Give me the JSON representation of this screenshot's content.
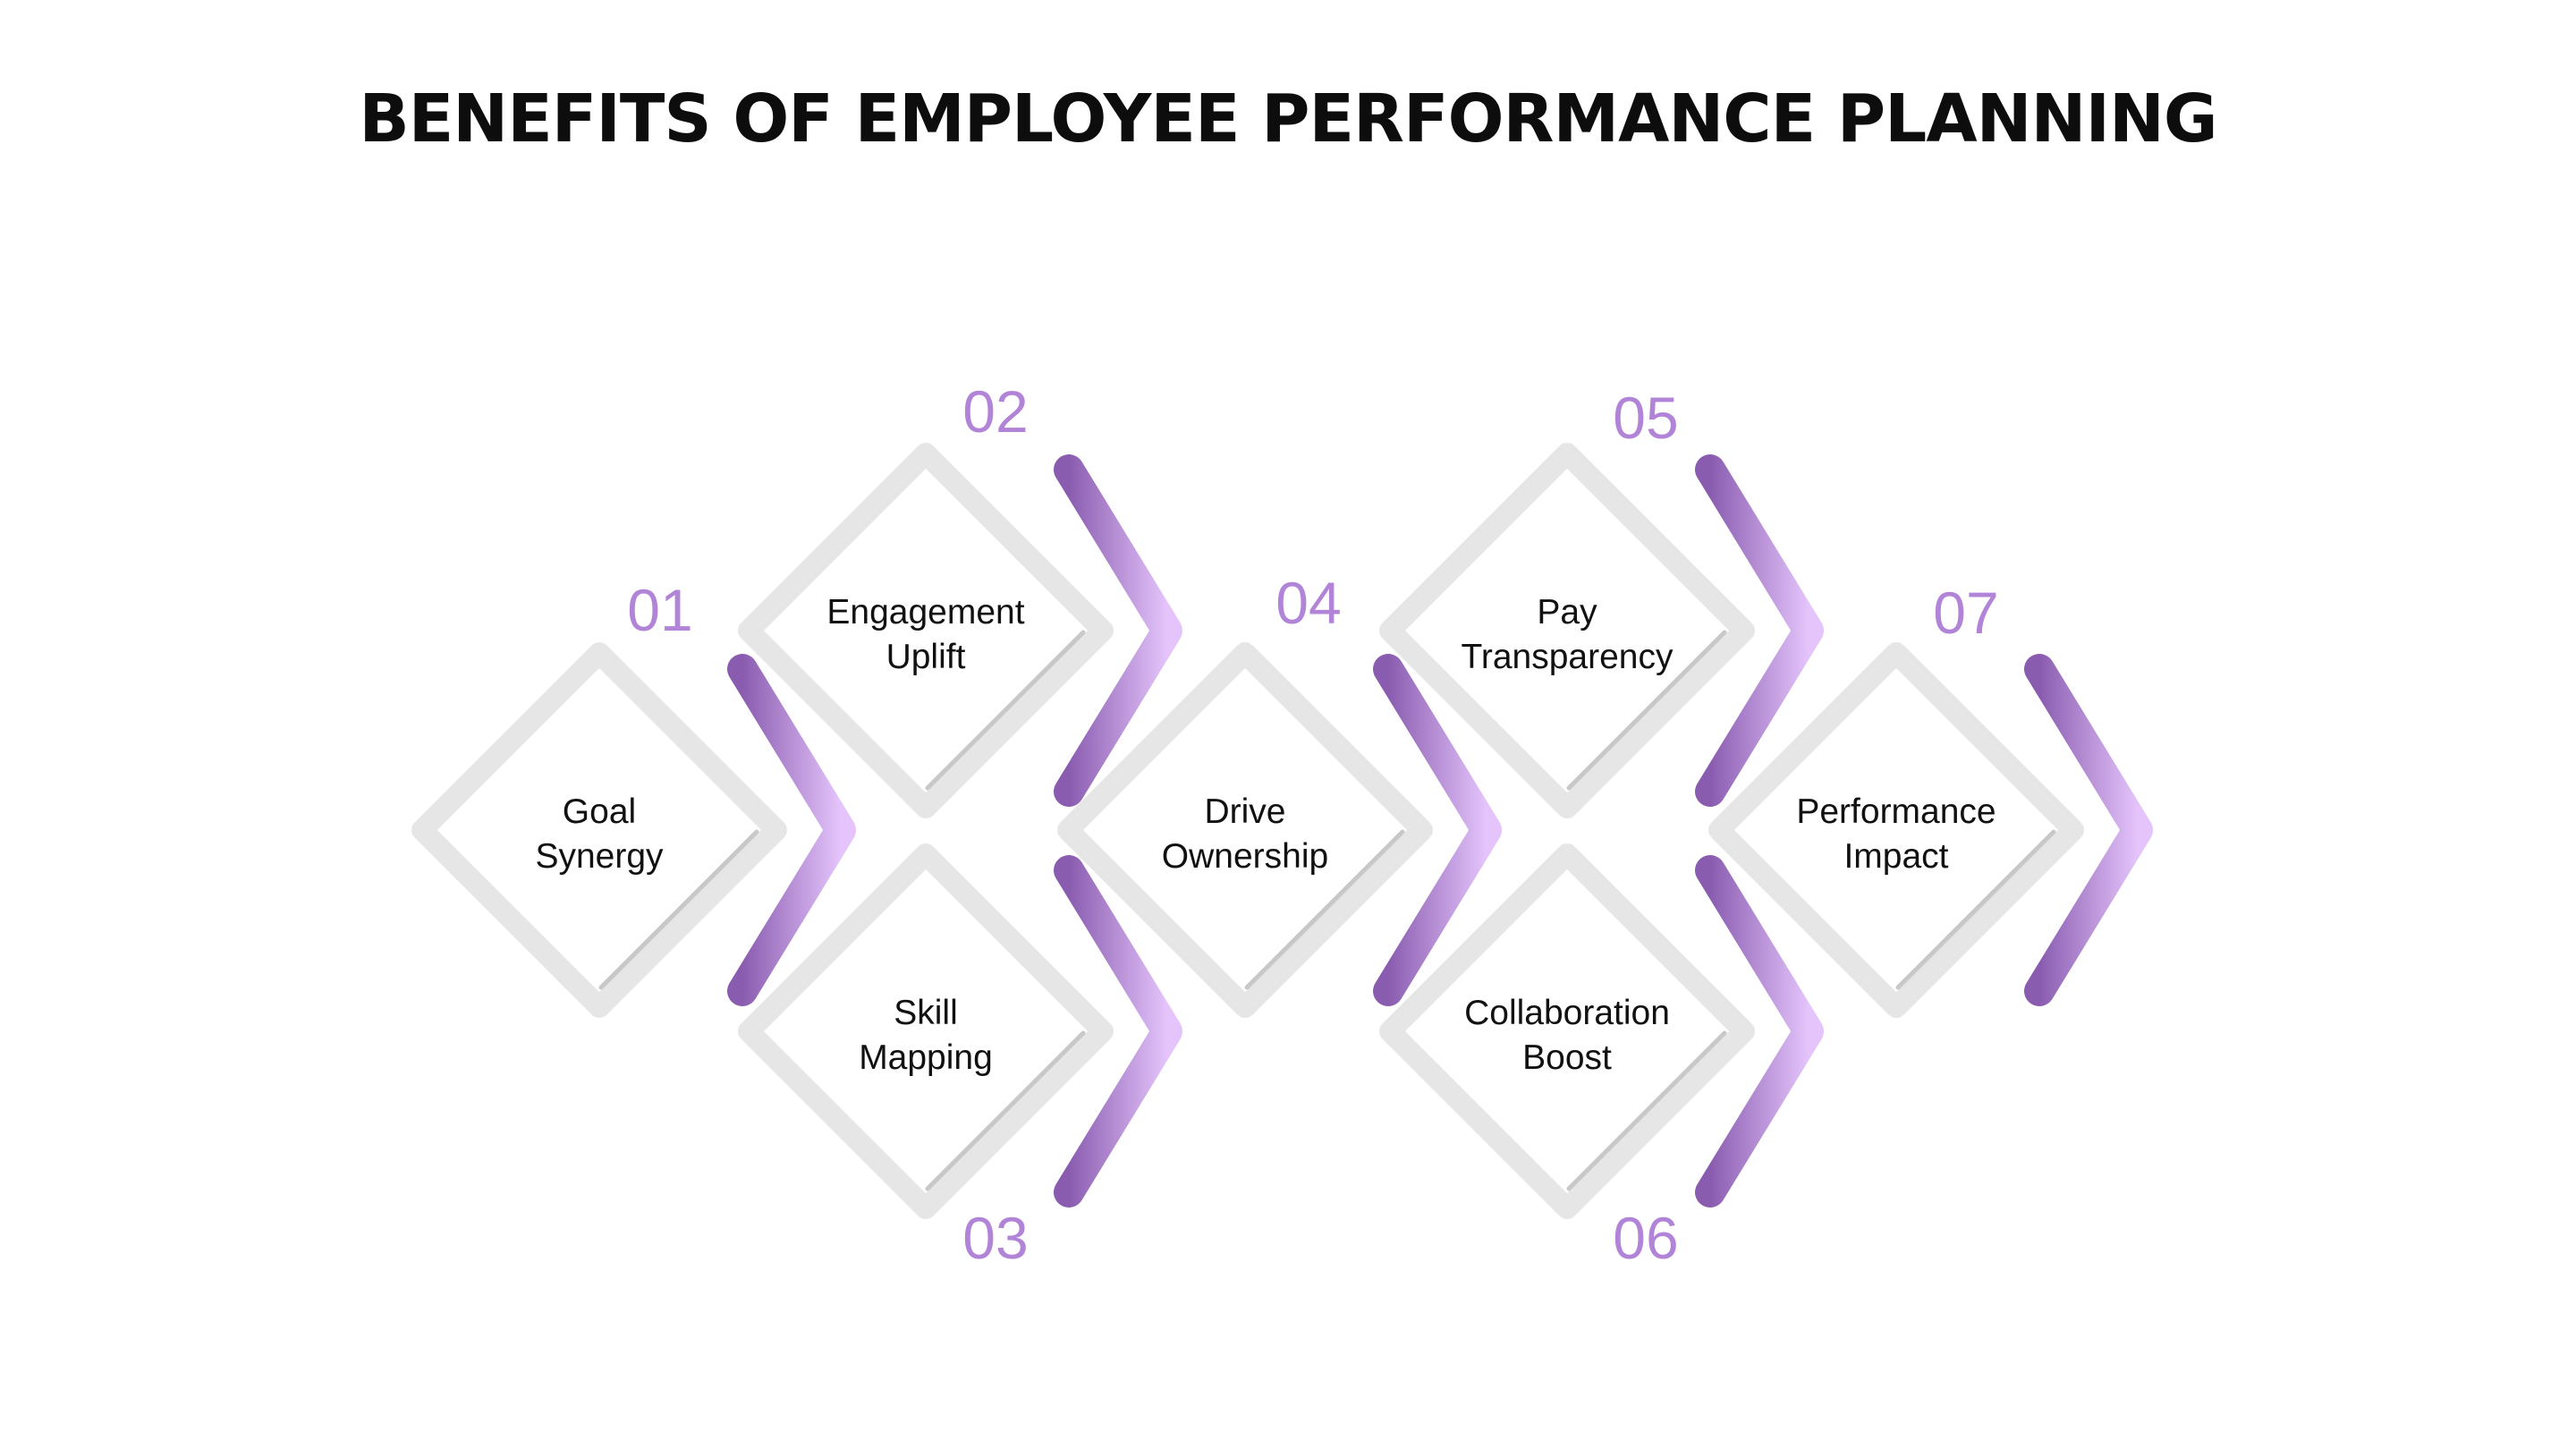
{
  "title": "BENEFITS OF EMPLOYEE PERFORMANCE PLANNING",
  "colors": {
    "diamond_outline": "#e6e6e6",
    "diamond_shadow": "#c8c8c8",
    "chevron_dark": "#8a5cb0",
    "chevron_light": "#e4c4fb",
    "number": "#b184d8",
    "label": "#111111"
  },
  "steps": [
    {
      "number": "01",
      "label_line1": "Goal",
      "label_line2": "Synergy"
    },
    {
      "number": "02",
      "label_line1": "Engagement",
      "label_line2": "Uplift"
    },
    {
      "number": "03",
      "label_line1": "Skill",
      "label_line2": "Mapping"
    },
    {
      "number": "04",
      "label_line1": "Drive",
      "label_line2": "Ownership"
    },
    {
      "number": "05",
      "label_line1": "Pay",
      "label_line2": "Transparency"
    },
    {
      "number": "06",
      "label_line1": "Collaboration",
      "label_line2": "Boost"
    },
    {
      "number": "07",
      "label_line1": "Performance",
      "label_line2": "Impact"
    }
  ]
}
